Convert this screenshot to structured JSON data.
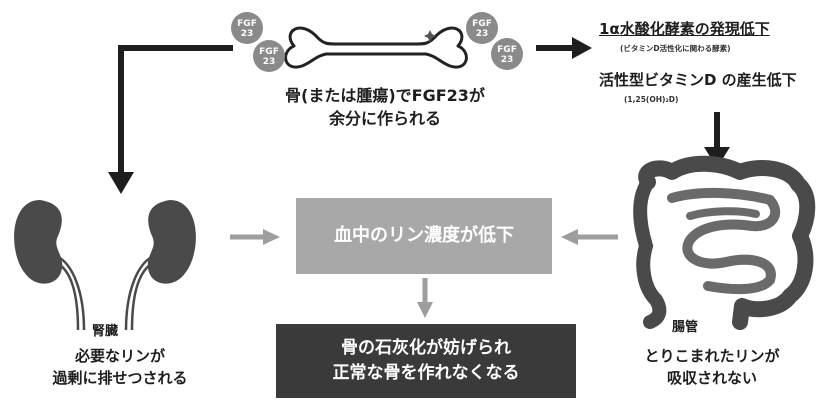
{
  "bone": {
    "fgf_label_top": "FGF",
    "fgf_label_bottom": "23",
    "caption_line1": "骨(または腫瘍)でFGF23が",
    "caption_line2": "余分に作られる"
  },
  "enzyme": {
    "title": "1α水酸化酵素の発現低下",
    "note": "(ビタミンD活性化に関わる酵素)"
  },
  "vitamin_d": {
    "title": "活性型ビタミンD の産生低下",
    "note": "(1,25(OH)₂D)"
  },
  "kidney": {
    "label": "腎臓",
    "caption_line1": "必要なリンが",
    "caption_line2": "過剰に排せつされる"
  },
  "center_box": {
    "text": "血中のリン濃度が低下"
  },
  "bottom_box": {
    "line1": "骨の石灰化が妨げられ",
    "line2": "正常な骨を作れなくなる"
  },
  "intestine": {
    "label": "腸管",
    "caption_line1": "とりこまれたリンが",
    "caption_line2": "吸収されない"
  },
  "colors": {
    "dark_arrow": "#1e1e1e",
    "light_arrow": "#9e9e9e",
    "center_box": "#a8a8a8",
    "bottom_box": "#3a3a3a",
    "fgf_circle": "#8a8a8a",
    "organ": "#4a4a4a"
  }
}
